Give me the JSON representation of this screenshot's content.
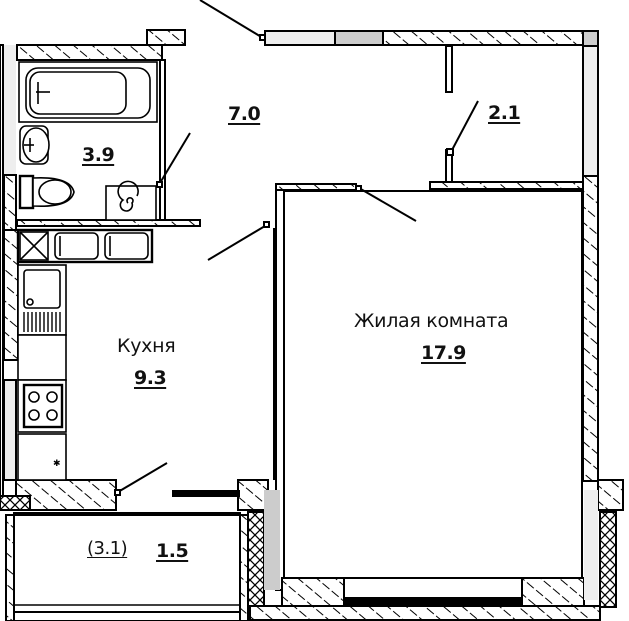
{
  "plan": {
    "rooms": [
      {
        "id": "bathroom",
        "name": "",
        "area": "3.9"
      },
      {
        "id": "hallway",
        "name": "",
        "area": "7.0"
      },
      {
        "id": "storage",
        "name": "",
        "area": "2.1"
      },
      {
        "id": "kitchen",
        "name": "Кухня",
        "area": "9.3"
      },
      {
        "id": "living-room",
        "name": "Жилая комната",
        "area": "17.9"
      },
      {
        "id": "balcony",
        "name": "",
        "area": "1.5",
        "full_area": "(3.1)"
      }
    ],
    "colors": {
      "line": "#000000",
      "background": "#ffffff",
      "light_fill": "#eeeeee",
      "mid_fill": "#c8c8c8"
    }
  }
}
